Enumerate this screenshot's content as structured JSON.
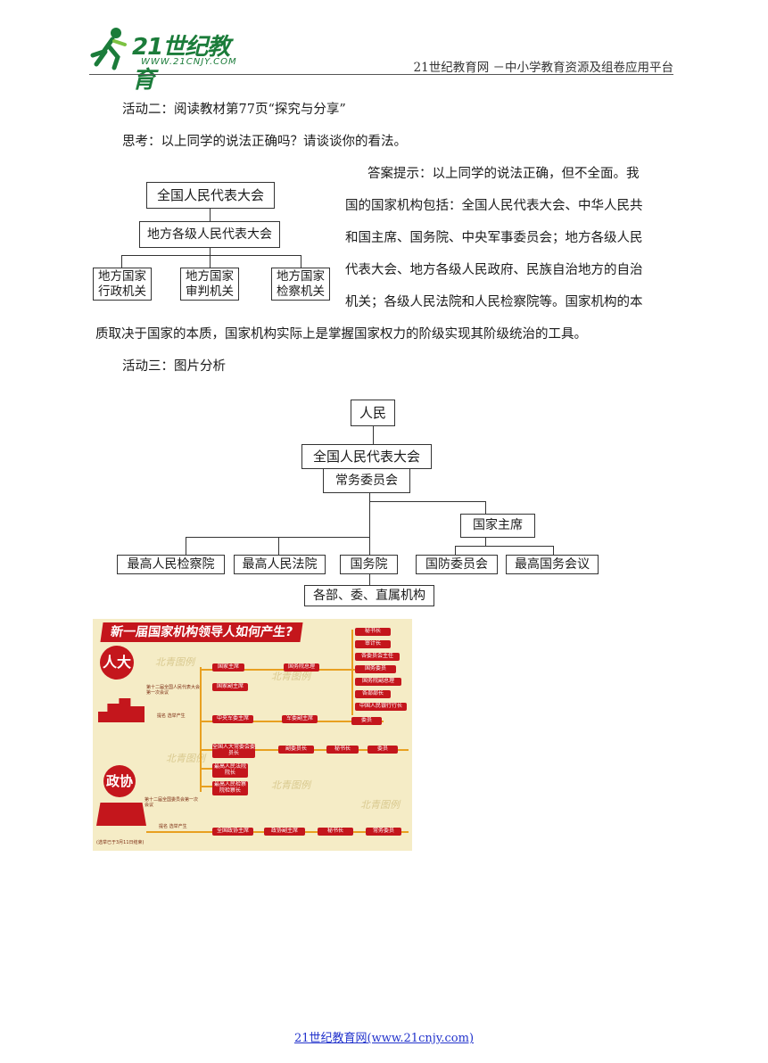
{
  "header": {
    "logo_brand": "21世纪教育",
    "logo_url": "WWW.21CNJY.COM",
    "right_text": "21世纪教育网 －中小学教育资源及组卷应用平台"
  },
  "activity2": {
    "heading": "活动二：阅读教材第77页“探究与分享”",
    "question": "思考：以上同学的说法正确吗？请谈谈你的看法。",
    "answer_line1": "答案提示：以上同学的说法正确，但不全面。我",
    "answer_line2": "国的国家机构包括：全国人民代表大会、中华人民共",
    "answer_line3": "和国主席、国务院、中央军事委员会；地方各级人民",
    "answer_line4": "代表大会、地方各级人民政府、民族自治地方的自治",
    "answer_line5": "机关；各级人民法院和人民检察院等。国家机构的本",
    "answer_line6": "质取决于国家的本质，国家机构实际上是掌握国家权力的阶级实现其阶级统治的工具。"
  },
  "diagram1": {
    "top": "全国人民代表大会",
    "mid": "地方各级人民代表大会",
    "left_l1": "地方国家",
    "left_l2": "行政机关",
    "center_l1": "地方国家",
    "center_l2": "审判机关",
    "right_l1": "地方国家",
    "right_l2": "检察机关"
  },
  "activity3": {
    "heading": "活动三：图片分析"
  },
  "diagram2": {
    "people": "人民",
    "npc": "全国人民代表大会",
    "standing": "常务委员会",
    "president": "国家主席",
    "procuratorate": "最高人民检察院",
    "court": "最高人民法院",
    "state_council": "国务院",
    "defense": "国防委员会",
    "supreme_conf": "最高国务会议",
    "ministries": "各部、委、直属机构"
  },
  "infographic": {
    "title": "新一届国家机构领导人如何产生?",
    "npc_seal": "人大",
    "cppcc_seal": "政协",
    "npc_session": "第十二届全国人民代表大会第一次会议",
    "cppcc_session": "第十二届全国委员会第一次会议",
    "nominate1": "提名 选举产生",
    "nominate2": "提名 选举产生",
    "note": "(选举已于3月11日结束)",
    "watermark": "北青图例",
    "nodes": {
      "president": "国家主席",
      "vice_president": "国家副主席",
      "premier": "国务院总理",
      "cmc_chair": "中央军委主席",
      "cmc_vice": "军委副主席",
      "member1": "委员",
      "npcsc_chair": "全国人大常委会委员长",
      "npcsc_vice": "副委员长",
      "npcsc_secgen": "秘书长",
      "npcsc_member": "委员",
      "court_pres": "最高人民法院院长",
      "procurator": "最高人民检察院检察长",
      "cppcc_chair": "全国政协主席",
      "cppcc_vice": "政协副主席",
      "cppcc_secgen": "秘书长",
      "cppcc_standing": "常务委员"
    },
    "sc_list": [
      "秘书长",
      "审计长",
      "各委员会主任",
      "国务委员",
      "国务院副总理",
      "各部部长",
      "中国人民银行行长"
    ]
  },
  "footer": {
    "text": "21世纪教育网(www.21cnjy.com)"
  }
}
